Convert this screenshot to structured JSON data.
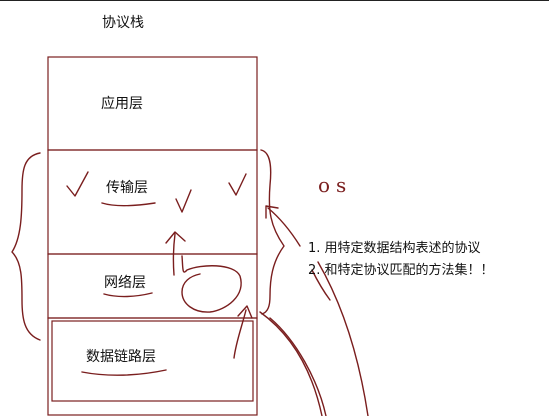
{
  "diagram": {
    "title": "协议栈",
    "layers": [
      {
        "name": "应用层"
      },
      {
        "name": "传输层"
      },
      {
        "name": "网络层"
      },
      {
        "name": "数据链路层"
      }
    ],
    "side_text": "os",
    "notes": [
      "1.  用特定数据结构表述的协议",
      "2.  和特定协议匹配的方法集！！"
    ],
    "colors": {
      "box_stroke": "#7a1e1e",
      "ink": "#7a1e1e",
      "text": "#111111"
    }
  }
}
